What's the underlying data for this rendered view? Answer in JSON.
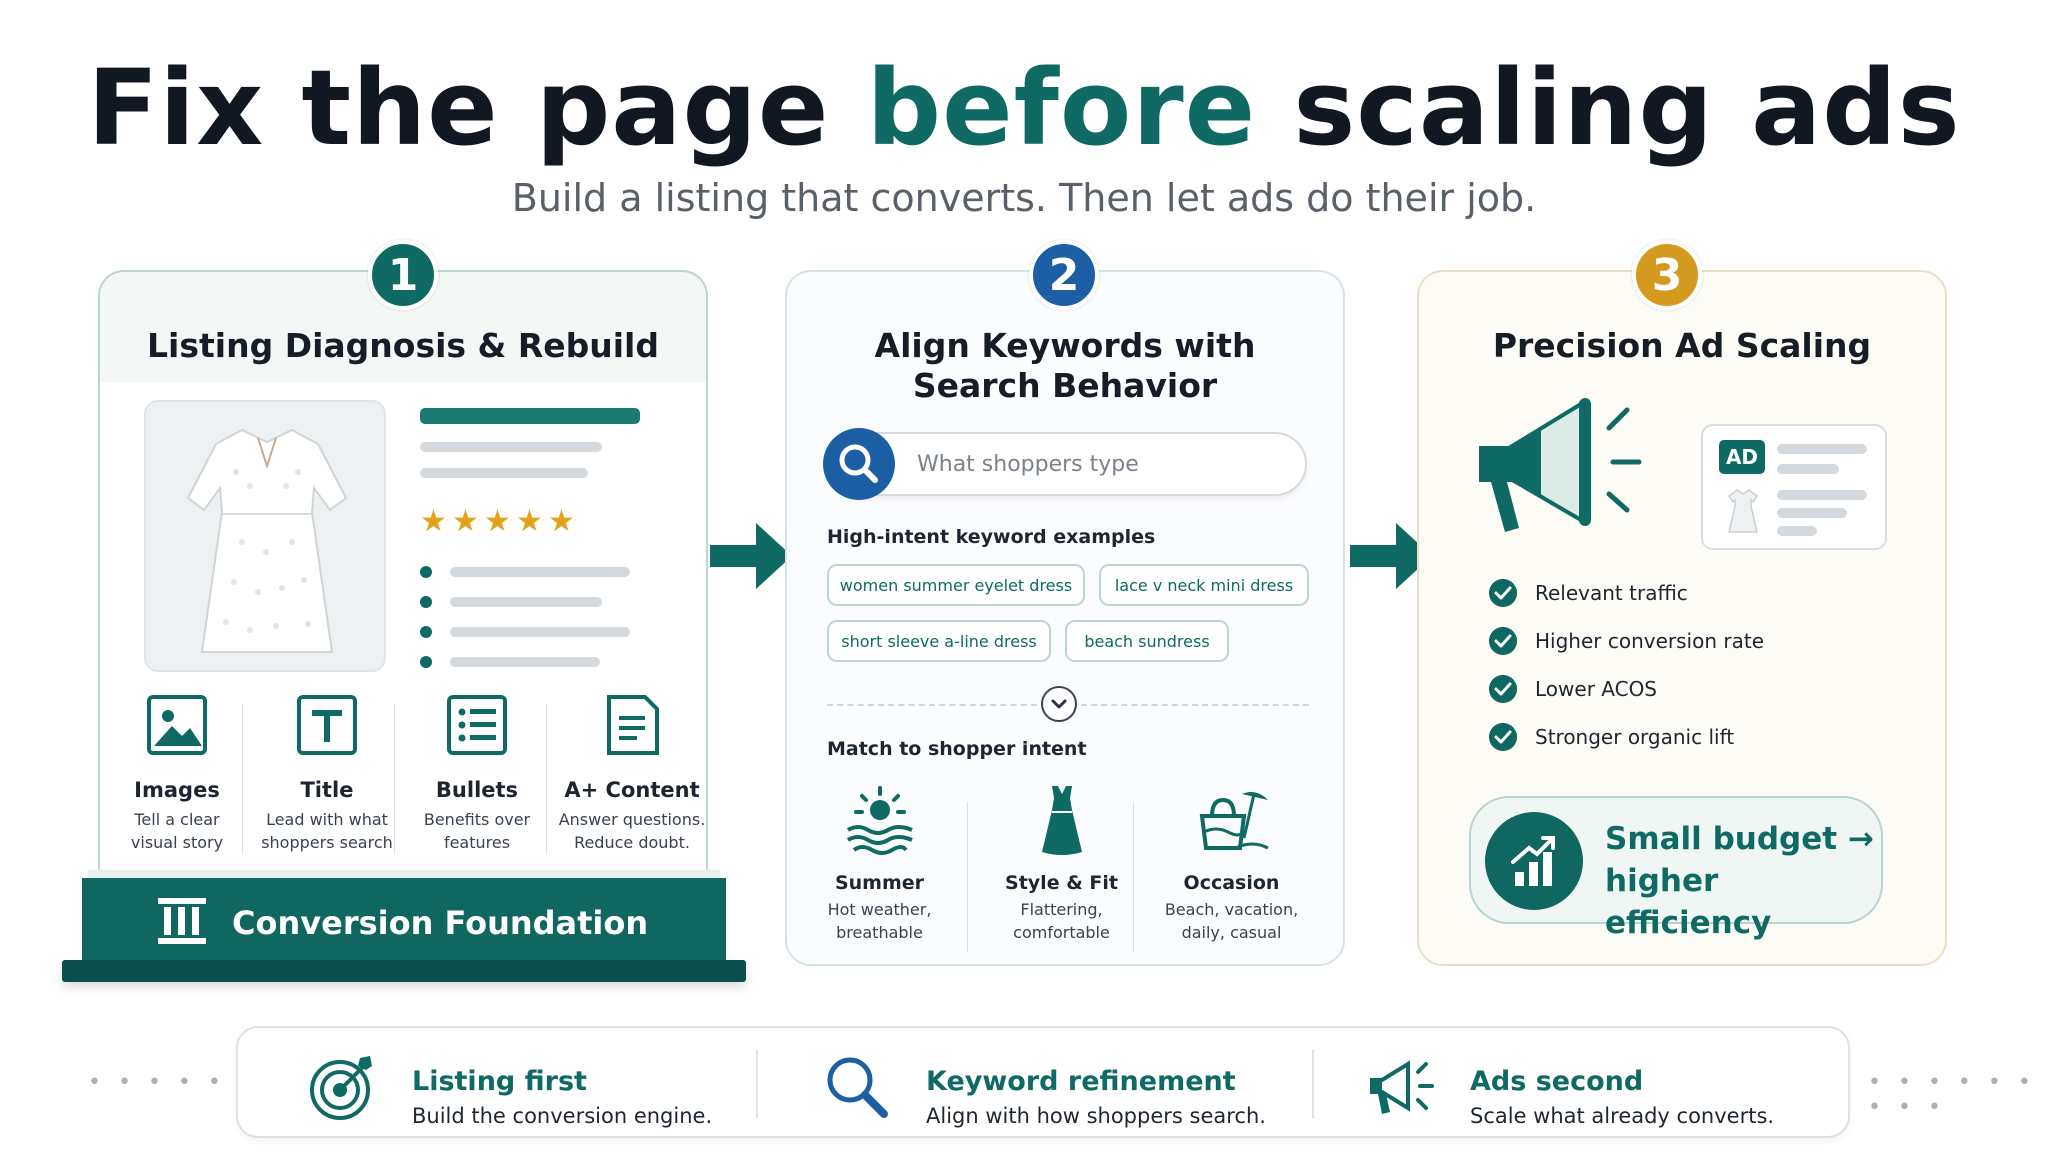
{
  "header": {
    "title_part1": "Fix the page ",
    "title_accent": "before",
    "title_part2": " scaling ads",
    "subtitle": "Build a listing that converts. Then let ads do their job."
  },
  "colors": {
    "teal": "#0e6a62",
    "blue": "#1d5fa5",
    "gold": "#d39a1f"
  },
  "step1": {
    "number": "1",
    "title": "Listing Diagnosis & Rebuild",
    "features": [
      {
        "icon": "image-icon",
        "label": "Images",
        "desc1": "Tell a clear",
        "desc2": "visual story"
      },
      {
        "icon": "title-icon",
        "label": "Title",
        "desc1": "Lead with what",
        "desc2": "shoppers search"
      },
      {
        "icon": "bullets-icon",
        "label": "Bullets",
        "desc1": "Benefits over",
        "desc2": "features"
      },
      {
        "icon": "document-icon",
        "label": "A+ Content",
        "desc1": "Answer questions.",
        "desc2": "Reduce doubt."
      }
    ],
    "foundation": "Conversion Foundation",
    "rating_stars": 5
  },
  "step2": {
    "number": "2",
    "title_line1": "Align Keywords with",
    "title_line2": "Search Behavior",
    "search_placeholder": "What shoppers type",
    "keywords_label": "High-intent keyword examples",
    "keywords": [
      "women summer eyelet dress",
      "lace v neck mini dress",
      "short sleeve a-line dress",
      "beach sundress"
    ],
    "intent_label": "Match to shopper intent",
    "intents": [
      {
        "icon": "sun-waves-icon",
        "label": "Summer",
        "desc1": "Hot weather,",
        "desc2": "breathable"
      },
      {
        "icon": "dress-icon",
        "label": "Style & Fit",
        "desc1": "Flattering,",
        "desc2": "comfortable"
      },
      {
        "icon": "beach-bag-icon",
        "label": "Occasion",
        "desc1": "Beach, vacation,",
        "desc2": "daily, casual"
      }
    ]
  },
  "step3": {
    "number": "3",
    "title": "Precision Ad Scaling",
    "ad_tag": "AD",
    "benefits": [
      "Relevant traffic",
      "Higher conversion rate",
      "Lower ACOS",
      "Stronger organic lift"
    ],
    "pill_line1": "Small budget →",
    "pill_line2": "higher efficiency"
  },
  "bottom": [
    {
      "icon": "target-icon",
      "title": "Listing first",
      "desc": "Build the conversion engine."
    },
    {
      "icon": "search-icon",
      "title": "Keyword refinement",
      "desc": "Align with how shoppers search."
    },
    {
      "icon": "megaphone-icon",
      "title": "Ads second",
      "desc": "Scale what already converts."
    }
  ]
}
